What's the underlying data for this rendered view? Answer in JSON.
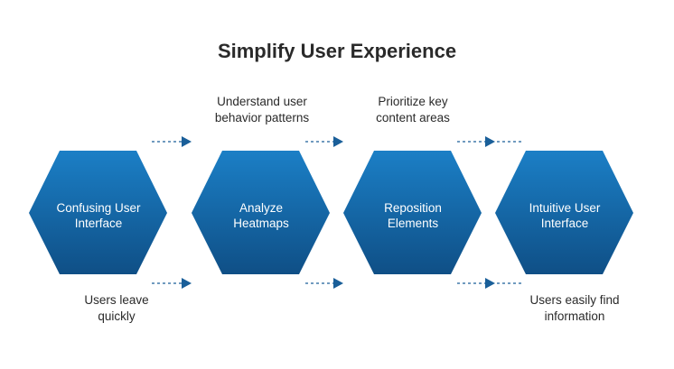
{
  "title": "Simplify User Experience",
  "colors": {
    "hex_top": "#1b7fc6",
    "hex_bottom": "#0f4f86",
    "arrow": "#1a5f99",
    "text": "#2a2a2a"
  },
  "steps": [
    {
      "label_line1": "Confusing User",
      "label_line2": "Interface"
    },
    {
      "label_line1": "Analyze",
      "label_line2": "Heatmaps"
    },
    {
      "label_line1": "Reposition",
      "label_line2": "Elements"
    },
    {
      "label_line1": "Intuitive User",
      "label_line2": "Interface"
    }
  ],
  "top_notes": [
    {
      "line1": "Understand user",
      "line2": "behavior patterns"
    },
    {
      "line1": "Prioritize key",
      "line2": "content areas"
    }
  ],
  "bottom_notes": [
    {
      "line1": "Users leave",
      "line2": "quickly"
    },
    {
      "line1": "Users easily find",
      "line2": "information"
    }
  ]
}
